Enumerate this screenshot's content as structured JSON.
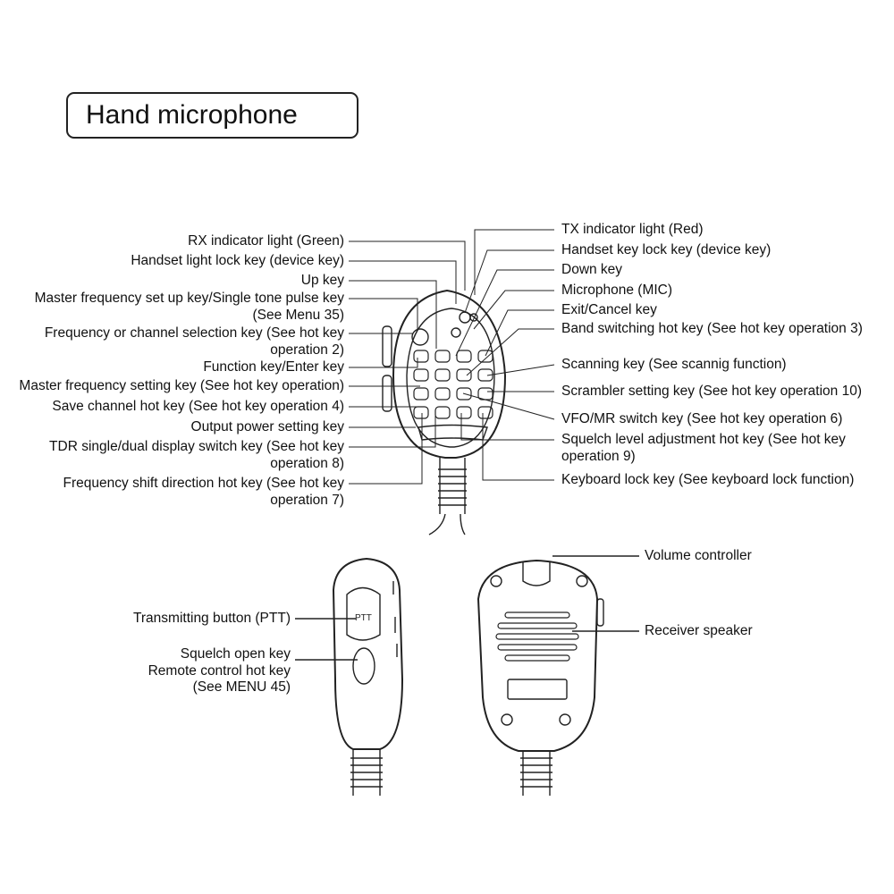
{
  "title": "Hand microphone",
  "left_labels": [
    {
      "l1": "RX indicator light (Green)",
      "l2": ""
    },
    {
      "l1": "Handset light lock key (device key)",
      "l2": ""
    },
    {
      "l1": "Up key",
      "l2": ""
    },
    {
      "l1": "Master frequency set up key/Single tone pulse key",
      "l2": "(See Menu 35)"
    },
    {
      "l1": "Frequency or channel selection key (See hot key",
      "l2": "operation 2)"
    },
    {
      "l1": "Function key/Enter key",
      "l2": ""
    },
    {
      "l1": "Master frequency setting key (See hot key operation)",
      "l2": ""
    },
    {
      "l1": "Save channel hot key (See hot key operation 4)",
      "l2": ""
    },
    {
      "l1": "Output power setting key",
      "l2": ""
    },
    {
      "l1": "TDR single/dual display switch key (See hot key",
      "l2": "operation 8)"
    },
    {
      "l1": "Frequency shift direction hot key (See hot key",
      "l2": "operation 7)"
    }
  ],
  "right_labels": [
    {
      "l1": "TX indicator light (Red)",
      "l2": ""
    },
    {
      "l1": "Handset key lock key (device key)",
      "l2": ""
    },
    {
      "l1": "Down key",
      "l2": ""
    },
    {
      "l1": "Microphone (MIC)",
      "l2": ""
    },
    {
      "l1": "Exit/Cancel key",
      "l2": ""
    },
    {
      "l1": "Band switching hot key (See hot key operation 3)",
      "l2": ""
    },
    {
      "l1": "Scanning key (See scannig function)",
      "l2": ""
    },
    {
      "l1": "Scrambler setting key (See hot key operation 10)",
      "l2": ""
    },
    {
      "l1": "VFO/MR switch key (See hot key operation 6)",
      "l2": ""
    },
    {
      "l1": "Squelch level adjustment hot key (See hot key",
      "l2": "operation 9)"
    },
    {
      "l1": "Keyboard lock key (See keyboard lock function)",
      "l2": ""
    }
  ],
  "side_view": {
    "ptt": "Transmitting button (PTT)",
    "squelch_l1": "Squelch open key",
    "squelch_l2": "Remote control hot key",
    "squelch_l3": "(See MENU 45)",
    "ptt_text": "PTT"
  },
  "back_view": {
    "volume": "Volume controller",
    "speaker": "Receiver speaker"
  }
}
